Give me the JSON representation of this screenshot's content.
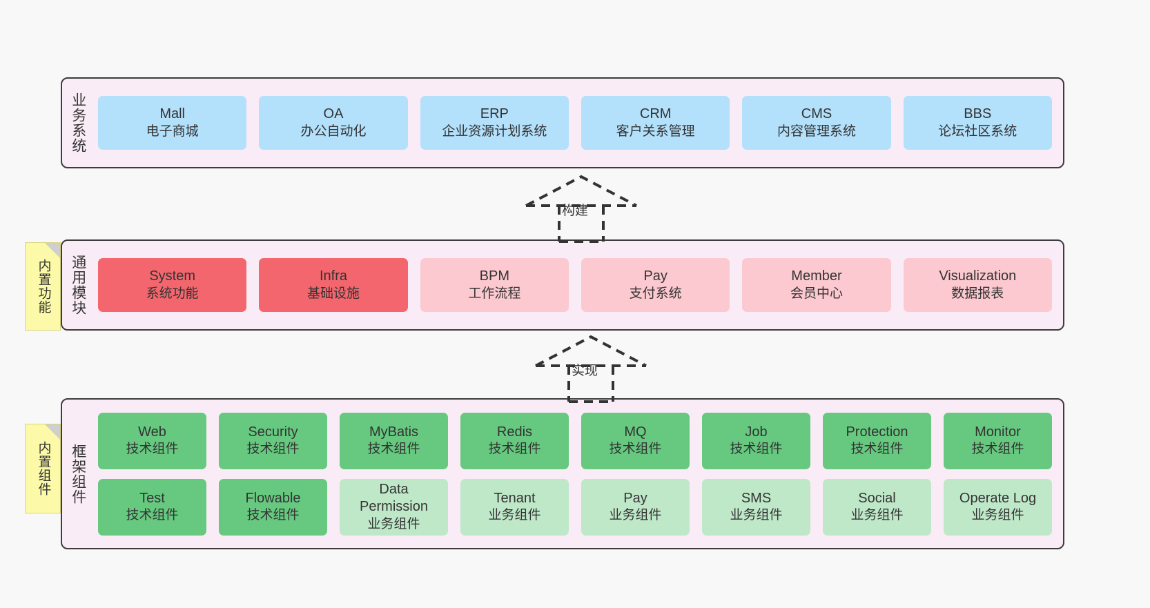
{
  "diagram": {
    "background_color": "#f8f8f8",
    "panel_color": "#f9ecf6",
    "panel_border_color": "#3c3c3c",
    "note_color": "#fcfaa8",
    "colors": {
      "blue": "#b3e0fb",
      "red": "#f4666d",
      "pink": "#fbc9cf",
      "green": "#66c97f",
      "light_green": "#bfe8c9"
    }
  },
  "layers": [
    {
      "id": "business",
      "label": "业务系统",
      "note": null,
      "rows": [
        {
          "cards": [
            {
              "en": "Mall",
              "cn": "电子商城",
              "color": "blue"
            },
            {
              "en": "OA",
              "cn": "办公自动化",
              "color": "blue"
            },
            {
              "en": "ERP",
              "cn": "企业资源计划系统",
              "color": "blue"
            },
            {
              "en": "CRM",
              "cn": "客户关系管理",
              "color": "blue"
            },
            {
              "en": "CMS",
              "cn": "内容管理系统",
              "color": "blue"
            },
            {
              "en": "BBS",
              "cn": "论坛社区系统",
              "color": "blue"
            }
          ]
        }
      ]
    },
    {
      "id": "common",
      "label": "通用模块",
      "note": "内置功能",
      "rows": [
        {
          "cards": [
            {
              "en": "System",
              "cn": "系统功能",
              "color": "red"
            },
            {
              "en": "Infra",
              "cn": "基础设施",
              "color": "red"
            },
            {
              "en": "BPM",
              "cn": "工作流程",
              "color": "pink"
            },
            {
              "en": "Pay",
              "cn": "支付系统",
              "color": "pink"
            },
            {
              "en": "Member",
              "cn": "会员中心",
              "color": "pink"
            },
            {
              "en": "Visualization",
              "cn": "数据报表",
              "color": "pink"
            }
          ]
        }
      ]
    },
    {
      "id": "framework",
      "label": "框架组件",
      "note": "内置组件",
      "rows": [
        {
          "cards": [
            {
              "en": "Web",
              "cn": "技术组件",
              "color": "green"
            },
            {
              "en": "Security",
              "cn": "技术组件",
              "color": "green"
            },
            {
              "en": "MyBatis",
              "cn": "技术组件",
              "color": "green"
            },
            {
              "en": "Redis",
              "cn": "技术组件",
              "color": "green"
            },
            {
              "en": "MQ",
              "cn": "技术组件",
              "color": "green"
            },
            {
              "en": "Job",
              "cn": "技术组件",
              "color": "green"
            },
            {
              "en": "Protection",
              "cn": "技术组件",
              "color": "green"
            },
            {
              "en": "Monitor",
              "cn": "技术组件",
              "color": "green"
            }
          ]
        },
        {
          "cards": [
            {
              "en": "Test",
              "cn": "技术组件",
              "color": "green"
            },
            {
              "en": "Flowable",
              "cn": "技术组件",
              "color": "green"
            },
            {
              "en": "Data Permission",
              "cn": "业务组件",
              "color": "light_green"
            },
            {
              "en": "Tenant",
              "cn": "业务组件",
              "color": "light_green"
            },
            {
              "en": "Pay",
              "cn": "业务组件",
              "color": "light_green"
            },
            {
              "en": "SMS",
              "cn": "业务组件",
              "color": "light_green"
            },
            {
              "en": "Social",
              "cn": "业务组件",
              "color": "light_green"
            },
            {
              "en": "Operate Log",
              "cn": "业务组件",
              "color": "light_green"
            }
          ]
        }
      ]
    }
  ],
  "connectors": [
    {
      "id": "build",
      "label": "构建",
      "style": "dashed-generalization",
      "direction": "up"
    },
    {
      "id": "impl",
      "label": "实现",
      "style": "dashed-generalization",
      "direction": "up"
    }
  ]
}
